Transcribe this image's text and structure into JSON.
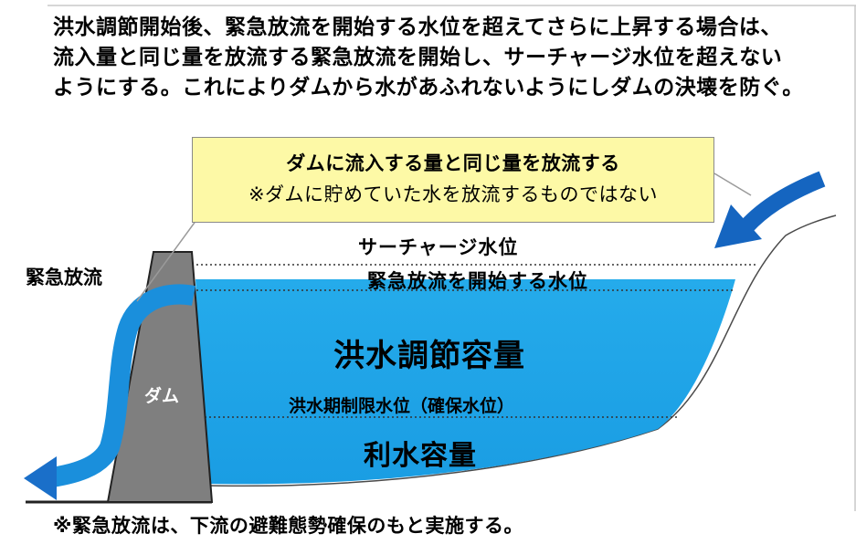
{
  "intro": {
    "line1": "洪水調節開始後、緊急放流を開始する水位を超えてさらに上昇する場合は、",
    "line2": "流入量と同じ量を放流する緊急放流を開始し、サーチャージ水位を超えない",
    "line3": "ようにする。これによりダムから水があふれないようにしダムの決壊を防ぐ。"
  },
  "callout": {
    "line1": "ダムに流入する量と同じ量を放流する",
    "line2": "※ダムに貯めていた水を放流するものではない"
  },
  "labels": {
    "emergency_release": "緊急放流",
    "surcharge_level": "サーチャージ水位",
    "emergency_start_level": "緊急放流を開始する水位",
    "flood_control_capacity": "洪水調節容量",
    "flood_period_level": "洪水期制限水位（確保水位）",
    "water_use_capacity": "利水容量",
    "dam": "ダム"
  },
  "footnote": "※緊急放流は、下流の避難態勢確保のもと実施する。",
  "colors": {
    "water": "#1aa0e6",
    "water_deep": "#0f7cc9",
    "arrow": "#1565c0",
    "dam": "#7f7f7f",
    "callout_bg": "#fdf9a6"
  }
}
